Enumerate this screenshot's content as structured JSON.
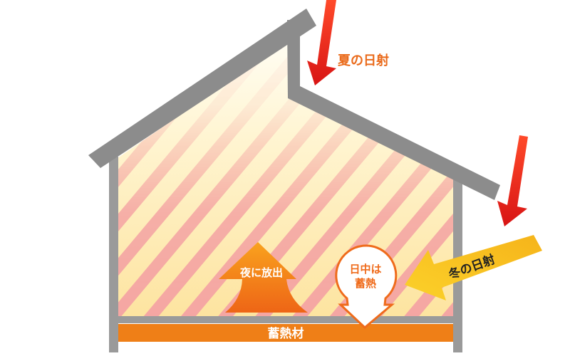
{
  "labels": {
    "summer_sun": "夏の日射",
    "winter_sun": "冬の日射",
    "night_release": "夜に放出",
    "daytime_storage_line1": "日中は",
    "daytime_storage_line2": "蓄熱",
    "thermal_mass": "蓄熱材"
  },
  "colors": {
    "roof": "#8c8c8c",
    "wall": "#9a9a9a",
    "interior_light": "#fffdf3",
    "interior_warm": "#fde7a6",
    "stripe": "#f4a3a3",
    "summer_arrow": "#e8231f",
    "summer_label": "#ea6a1a",
    "winter_arrow": "#f9c313",
    "release_arrow_top": "#f9a21e",
    "release_arrow_bottom": "#ee6516",
    "storage_bubble_border": "#ef6b1b",
    "storage_label": "#ef6b1b",
    "thermal_mass": "#ef7f17"
  }
}
